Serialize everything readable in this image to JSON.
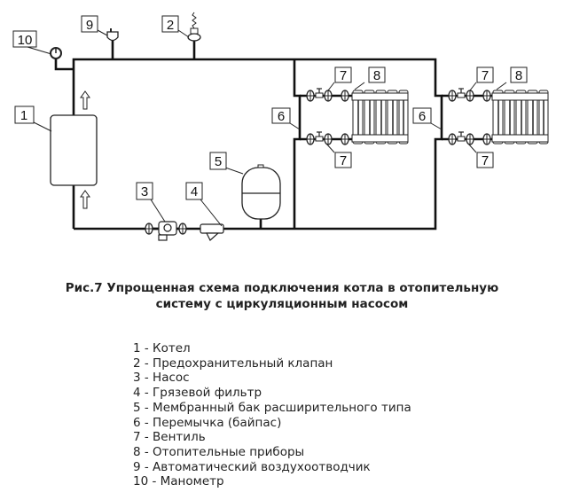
{
  "diagram": {
    "labels": {
      "boiler": "1",
      "safety_valve": "2",
      "pump": "3",
      "filter": "4",
      "tank": "5",
      "bypass": "6",
      "valve": "7",
      "radiator": "8",
      "air_vent": "9",
      "manometer": "10"
    }
  },
  "caption": {
    "line1": "Рис.7 Упрощенная схема подключения котла в отопительную",
    "line2": "систему с циркуляционным насосом"
  },
  "legend": [
    "1 - Котел",
    "2 - Предохранительный клапан",
    "3 - Насос",
    "4 - Грязевой фильтр",
    "5 - Мембранный бак расширительного типа",
    "6 - Перемычка (байпас)",
    "7 - Вентиль",
    "8 - Отопительные приборы",
    "9 - Автоматический воздухоотводчик",
    "10 - Манометр"
  ]
}
